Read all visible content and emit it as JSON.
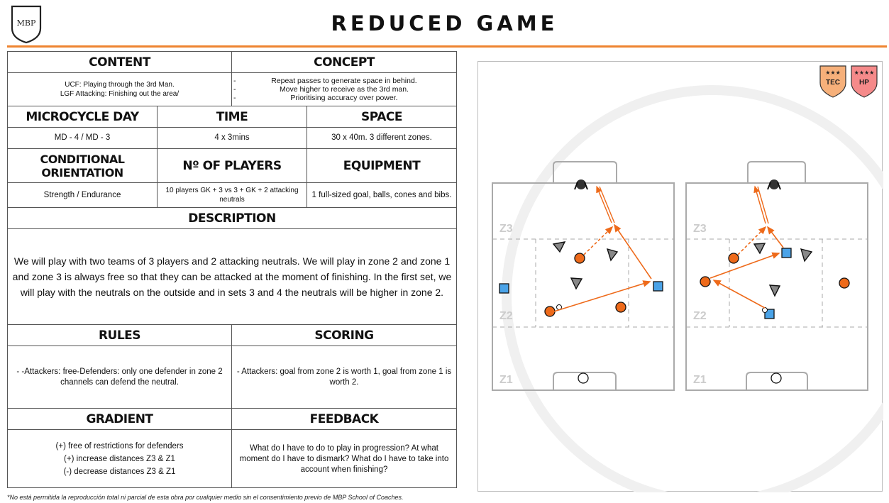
{
  "header": {
    "logo_text": "MBP",
    "title": "REDUCED GAME"
  },
  "badges": [
    {
      "label": "TEC",
      "stars": "★★★",
      "color": "#f6b07a"
    },
    {
      "label": "HP",
      "stars": "★★★★",
      "color": "#f58a8a"
    }
  ],
  "content": {
    "header": "CONTENT",
    "lines": [
      "UCF: Playing through the 3rd Man.",
      "LGF Attacking: Finishing out the area/"
    ]
  },
  "concept": {
    "header": "CONCEPT",
    "items": [
      "Repeat passes to generate space in behind.",
      "Move higher to receive as the 3rd man.",
      "Prioritising accuracy over power."
    ]
  },
  "microcycle": {
    "header": "MICROCYCLE DAY",
    "value": "MD - 4 / MD - 3"
  },
  "time": {
    "header": "TIME",
    "value": "4 x 3mins"
  },
  "space": {
    "header": "SPACE",
    "value": "30 x 40m. 3 different zones."
  },
  "orientation": {
    "header": "CONDITIONAL ORIENTATION",
    "value": "Strength / Endurance"
  },
  "players": {
    "header": "Nº OF PLAYERS",
    "value": "10 players GK + 3 vs 3 + GK + 2 attacking neutrals"
  },
  "equipment": {
    "header": "EQUIPMENT",
    "value": "1 full-sized goal, balls, cones and bibs."
  },
  "description": {
    "header": "DESCRIPTION",
    "text": "We will play with two teams of 3 players and 2 attacking neutrals. We will play in zone 2 and zone 1 and zone 3 is always free so that they can be attacked at the moment of finishing. In the first set, we will play with the neutrals on the outside and in sets 3 and 4 the neutrals will be higher in zone 2."
  },
  "rules": {
    "header": "RULES",
    "text": "- -Attackers: free-Defenders: only one defender in zone 2 channels can defend the neutral."
  },
  "scoring": {
    "header": "SCORING",
    "text": "- Attackers: goal from zone 2 is worth 1, goal from zone 1 is worth 2."
  },
  "gradient": {
    "header": "GRADIENT",
    "lines": [
      "(+) free of restrictions for defenders",
      "(+) increase distances Z3 & Z1",
      "(-) decrease distances Z3 & Z1"
    ]
  },
  "feedback": {
    "header": "FEEDBACK",
    "text": "What do I have to do to play in progression? At what moment do I have to dismark? What do I have to take into account when finishing?"
  },
  "zones": {
    "z3": "Z3",
    "z2": "Z2",
    "z1": "Z1"
  },
  "footer": "*No está permitida la reproducción total ni parcial de esta obra por cualquier medio sin el consentimiento previo de MBP School of Coaches.",
  "colors": {
    "accent": "#ee8430",
    "attacker": "#ee6a1a",
    "neutral": "#4aa3e8",
    "defender": "#8a8a8a",
    "gk_top": "#333333"
  }
}
